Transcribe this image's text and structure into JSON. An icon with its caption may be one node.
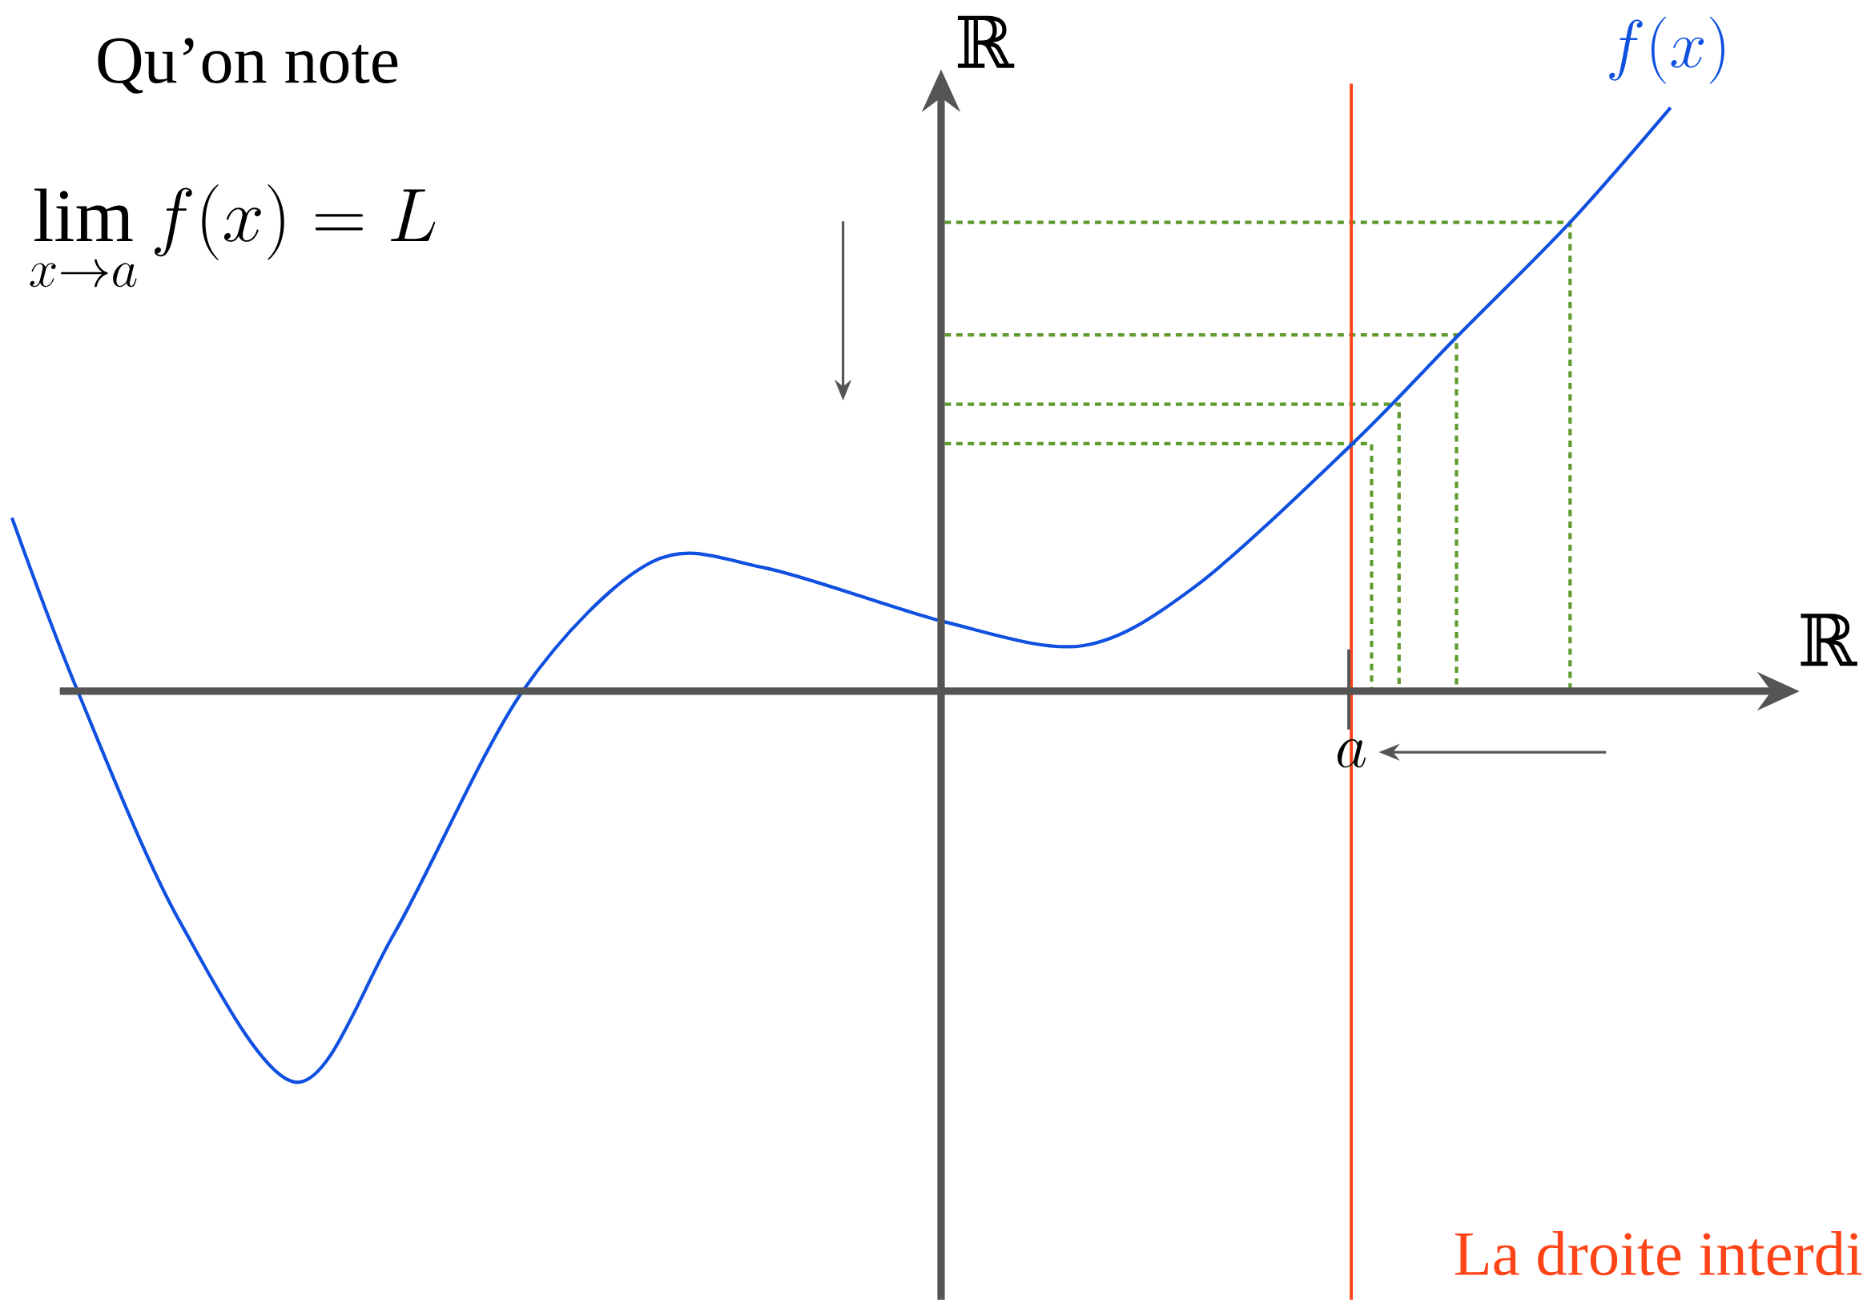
{
  "diagram": {
    "labels": [
      "Qu’on note",
      "\\lim_{x\\to a} f(x) = L",
      "ℝ",
      "f(x)",
      "ℝ",
      "a",
      "La droite interdi"
    ]
  }
}
